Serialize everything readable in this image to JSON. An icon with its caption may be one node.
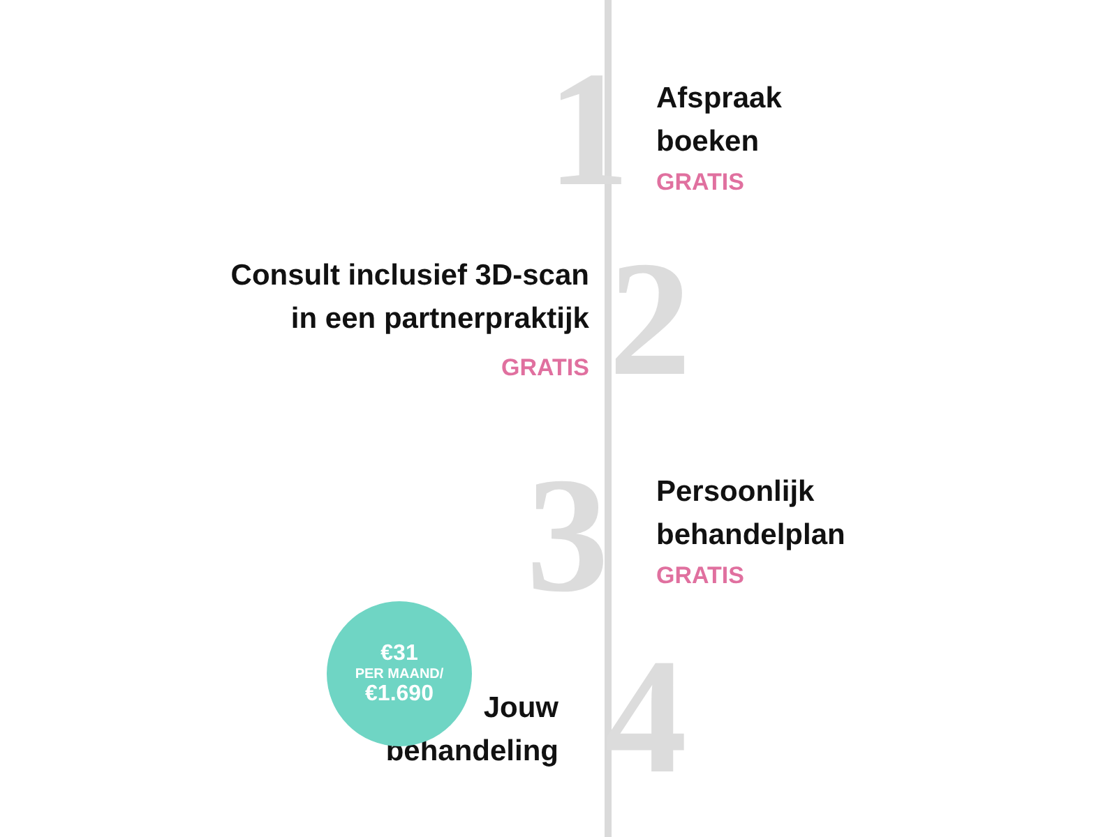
{
  "diagram": {
    "nodes": [
      {
        "text": [
          "Afspraak boeken",
          "GRATIS"
        ]
      },
      {
        "text": [
          "Consult inclusief 3D-scan in een partnerpraktijk",
          "GRATIS"
        ]
      },
      {
        "text": [
          "Persoonlijk behandelplan",
          "GRATIS"
        ]
      },
      {
        "text": [
          "Jouw behandeling"
        ]
      },
      {
        "text": [
          "€31",
          "PER MAAND/",
          "€1.690"
        ]
      }
    ],
    "labels": [
      "1",
      "2",
      "3",
      "4"
    ]
  }
}
